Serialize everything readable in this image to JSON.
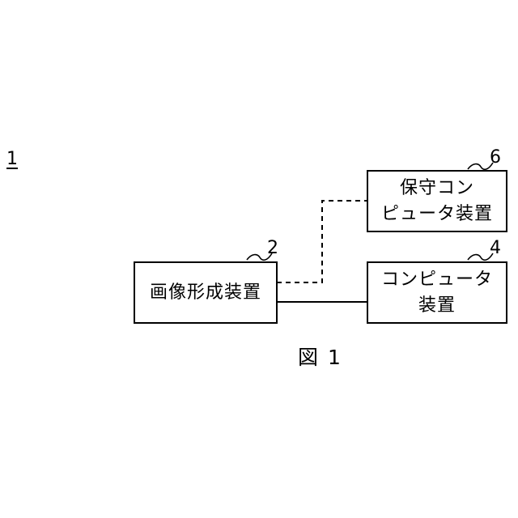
{
  "system_number": "1",
  "figure_caption": "図 1",
  "blocks": {
    "image_forming": {
      "label": "画像形成装置",
      "ref": "2"
    },
    "computer": {
      "line1": "コンピュータ",
      "line2": "装置",
      "ref": "4"
    },
    "maintenance": {
      "line1": "保守コン",
      "line2": "ピュータ装置",
      "ref": "6"
    }
  },
  "connections": [
    {
      "from": "image_forming",
      "to": "computer",
      "style": "solid"
    },
    {
      "from": "image_forming",
      "to": "maintenance",
      "style": "dashed"
    }
  ]
}
